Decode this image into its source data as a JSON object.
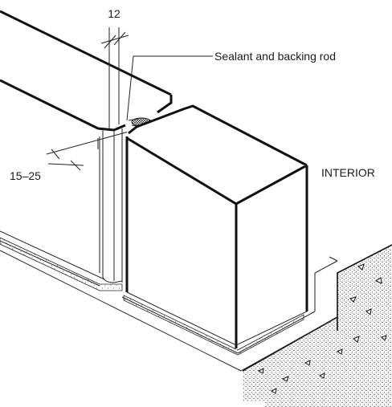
{
  "labels": {
    "joint_width": "12",
    "sealant": "Sealant and backing rod",
    "depth_range": "15–25",
    "interior": "INTERIOR"
  }
}
